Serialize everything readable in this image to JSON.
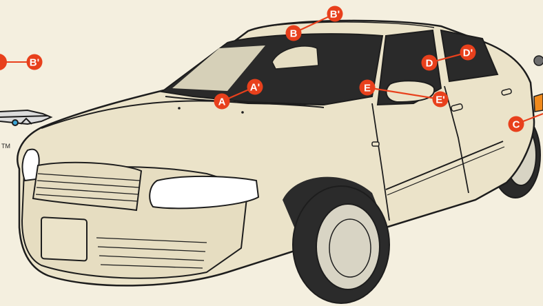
{
  "colors": {
    "background": "#f4efdf",
    "car_body": "#ebe3c9",
    "outline": "#1d1d1d",
    "glass": "#2a2a2a",
    "marker": "#e8401c",
    "marker_line": "#e8401c",
    "tire": "#2b2b2b",
    "indicator": "#f08a1c"
  },
  "markers": [
    {
      "id": "A",
      "label": "A"
    },
    {
      "id": "A_prime",
      "label": "A'"
    },
    {
      "id": "B",
      "label": "B"
    },
    {
      "id": "B_prime",
      "label": "B'"
    },
    {
      "id": "B_prime_left",
      "label": "B'"
    },
    {
      "id": "C",
      "label": "C"
    },
    {
      "id": "D",
      "label": "D"
    },
    {
      "id": "D_prime",
      "label": "D'"
    },
    {
      "id": "E",
      "label": "E"
    },
    {
      "id": "E_prime",
      "label": "E'"
    }
  ],
  "side_note": {
    "trademark": "TM"
  }
}
